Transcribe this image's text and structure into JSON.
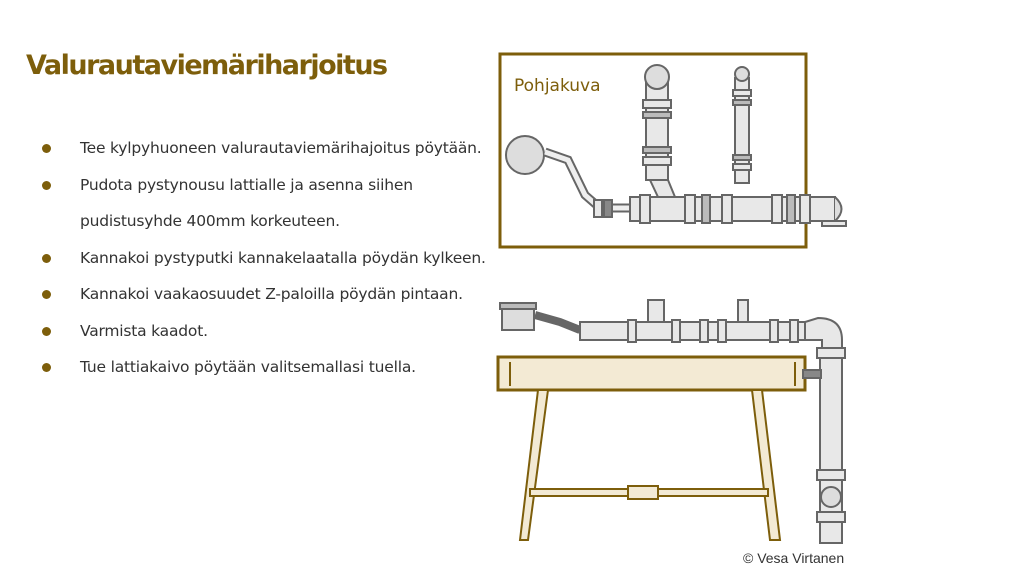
{
  "title": "Valurautaviemäriharjoitus",
  "bullets": [
    "Tee kylpyhuoneen valurautaviemärihajoitus pöytään.",
    "Pudota pystynousu lattialle ja asenna siihen pudistusyhde 400mm korkeuteen.",
    "Kannakoi pystyputki kannakelaatalla pöydän kylkeen.",
    "Kannakoi vaakaosuudet Z-paloilla pöydän pintaan.",
    "Varmista kaadot.",
    "Tue lattiakaivo pöytään valitsemallasi tuella."
  ],
  "plan_label": "Pohjakuva",
  "copyright": "© Vesa Virtanen",
  "colors": {
    "accent": "#7d5e0b",
    "text": "#333333",
    "pipe": "#e6e6e6",
    "pipe_stroke": "#666666"
  }
}
